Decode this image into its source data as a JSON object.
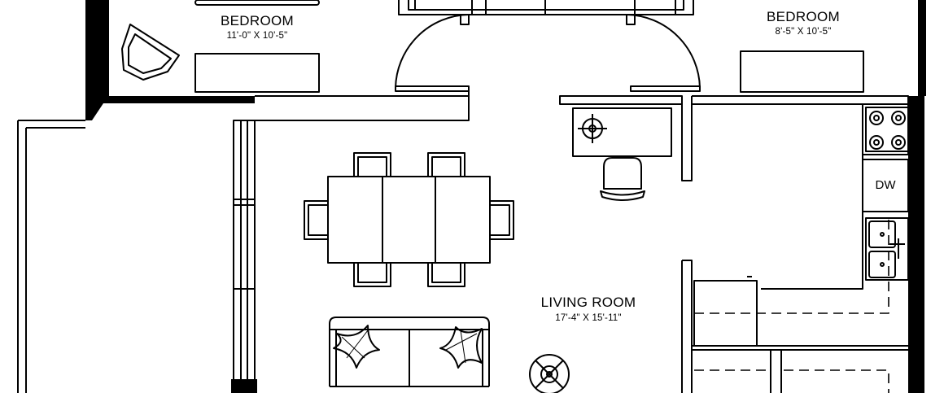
{
  "rooms": {
    "bedroom_left": {
      "name": "BEDROOM",
      "dims": "11'-0\" X 10'-5\""
    },
    "bedroom_right": {
      "name": "BEDROOM",
      "dims": "8'-5\" X 10'-5\""
    },
    "living_room": {
      "name": "LIVING ROOM",
      "dims": "17'-4\" X 15'-11\""
    }
  },
  "appliances": {
    "dishwasher": "DW"
  },
  "colors": {
    "ink": "#000000",
    "wall_fill": "#000000",
    "paper": "#ffffff"
  }
}
